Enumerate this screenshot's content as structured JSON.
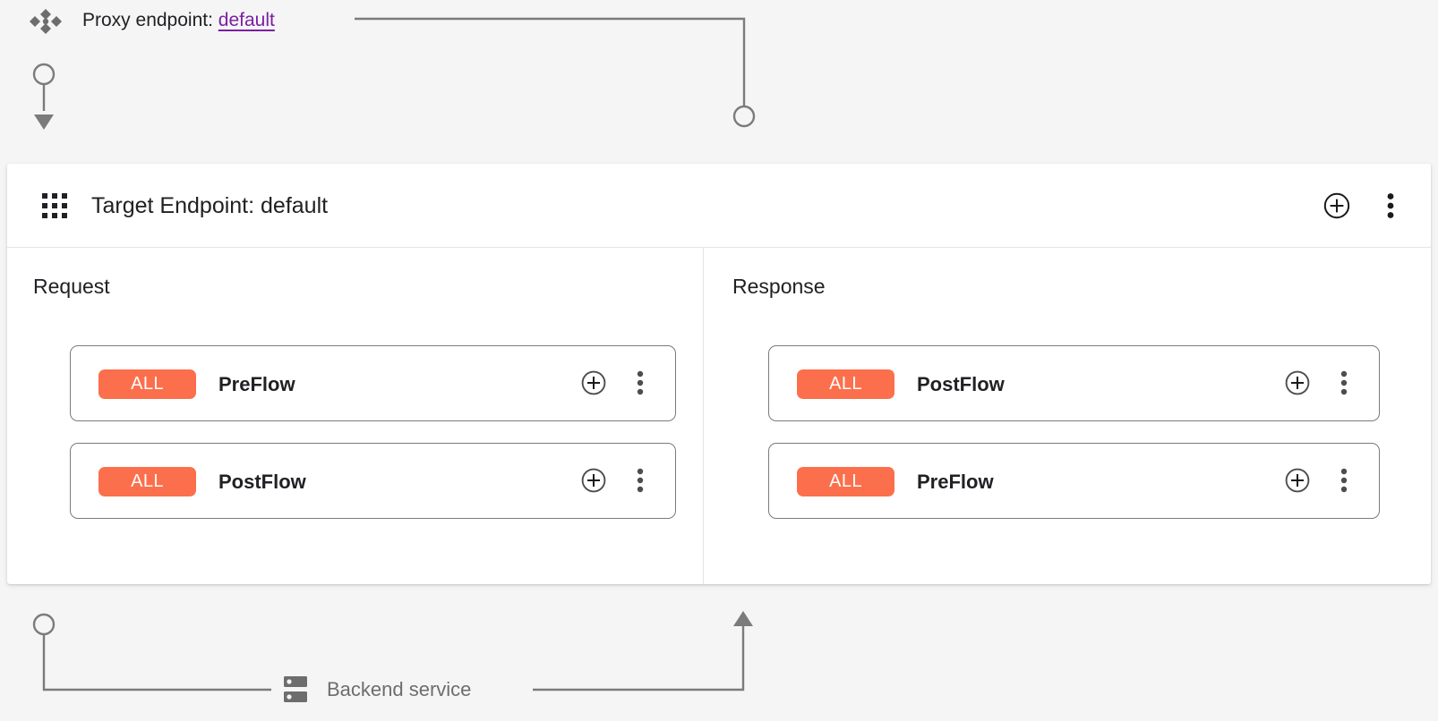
{
  "colors": {
    "page_background": "#f5f5f5",
    "panel_background": "#ffffff",
    "badge_accent": "#fc6f4c",
    "link_accent": "#7b1fa2",
    "connector_gray": "#7b7b7b",
    "muted_text": "#6d6d6d",
    "primary_text": "#202124"
  },
  "proxy_bar": {
    "icon": "api-proxy-diamond-icon",
    "label_prefix": "Proxy endpoint:",
    "endpoint_name": "default"
  },
  "target_panel": {
    "icon": "grid-dots-icon",
    "title": "Target Endpoint: default",
    "actions": [
      {
        "name": "add-policy-button",
        "icon": "plus-circle-icon"
      },
      {
        "name": "more-options-button",
        "icon": "more-vert-icon"
      }
    ],
    "columns": [
      {
        "name": "request",
        "title": "Request",
        "direction": "down",
        "flows": [
          {
            "badge": "ALL",
            "name": "PreFlow",
            "actions": [
              {
                "name": "add-step-button",
                "icon": "plus-circle-icon"
              },
              {
                "name": "flow-more-options-button",
                "icon": "more-vert-icon"
              }
            ]
          },
          {
            "badge": "ALL",
            "name": "PostFlow",
            "actions": [
              {
                "name": "add-step-button",
                "icon": "plus-circle-icon"
              },
              {
                "name": "flow-more-options-button",
                "icon": "more-vert-icon"
              }
            ]
          }
        ]
      },
      {
        "name": "response",
        "title": "Response",
        "direction": "up",
        "flows": [
          {
            "badge": "ALL",
            "name": "PostFlow",
            "actions": [
              {
                "name": "add-step-button",
                "icon": "plus-circle-icon"
              },
              {
                "name": "flow-more-options-button",
                "icon": "more-vert-icon"
              }
            ]
          },
          {
            "badge": "ALL",
            "name": "PreFlow",
            "actions": [
              {
                "name": "add-step-button",
                "icon": "plus-circle-icon"
              },
              {
                "name": "flow-more-options-button",
                "icon": "more-vert-icon"
              }
            ]
          }
        ]
      }
    ]
  },
  "backend": {
    "icon": "server-storage-icon",
    "label": "Backend service"
  }
}
